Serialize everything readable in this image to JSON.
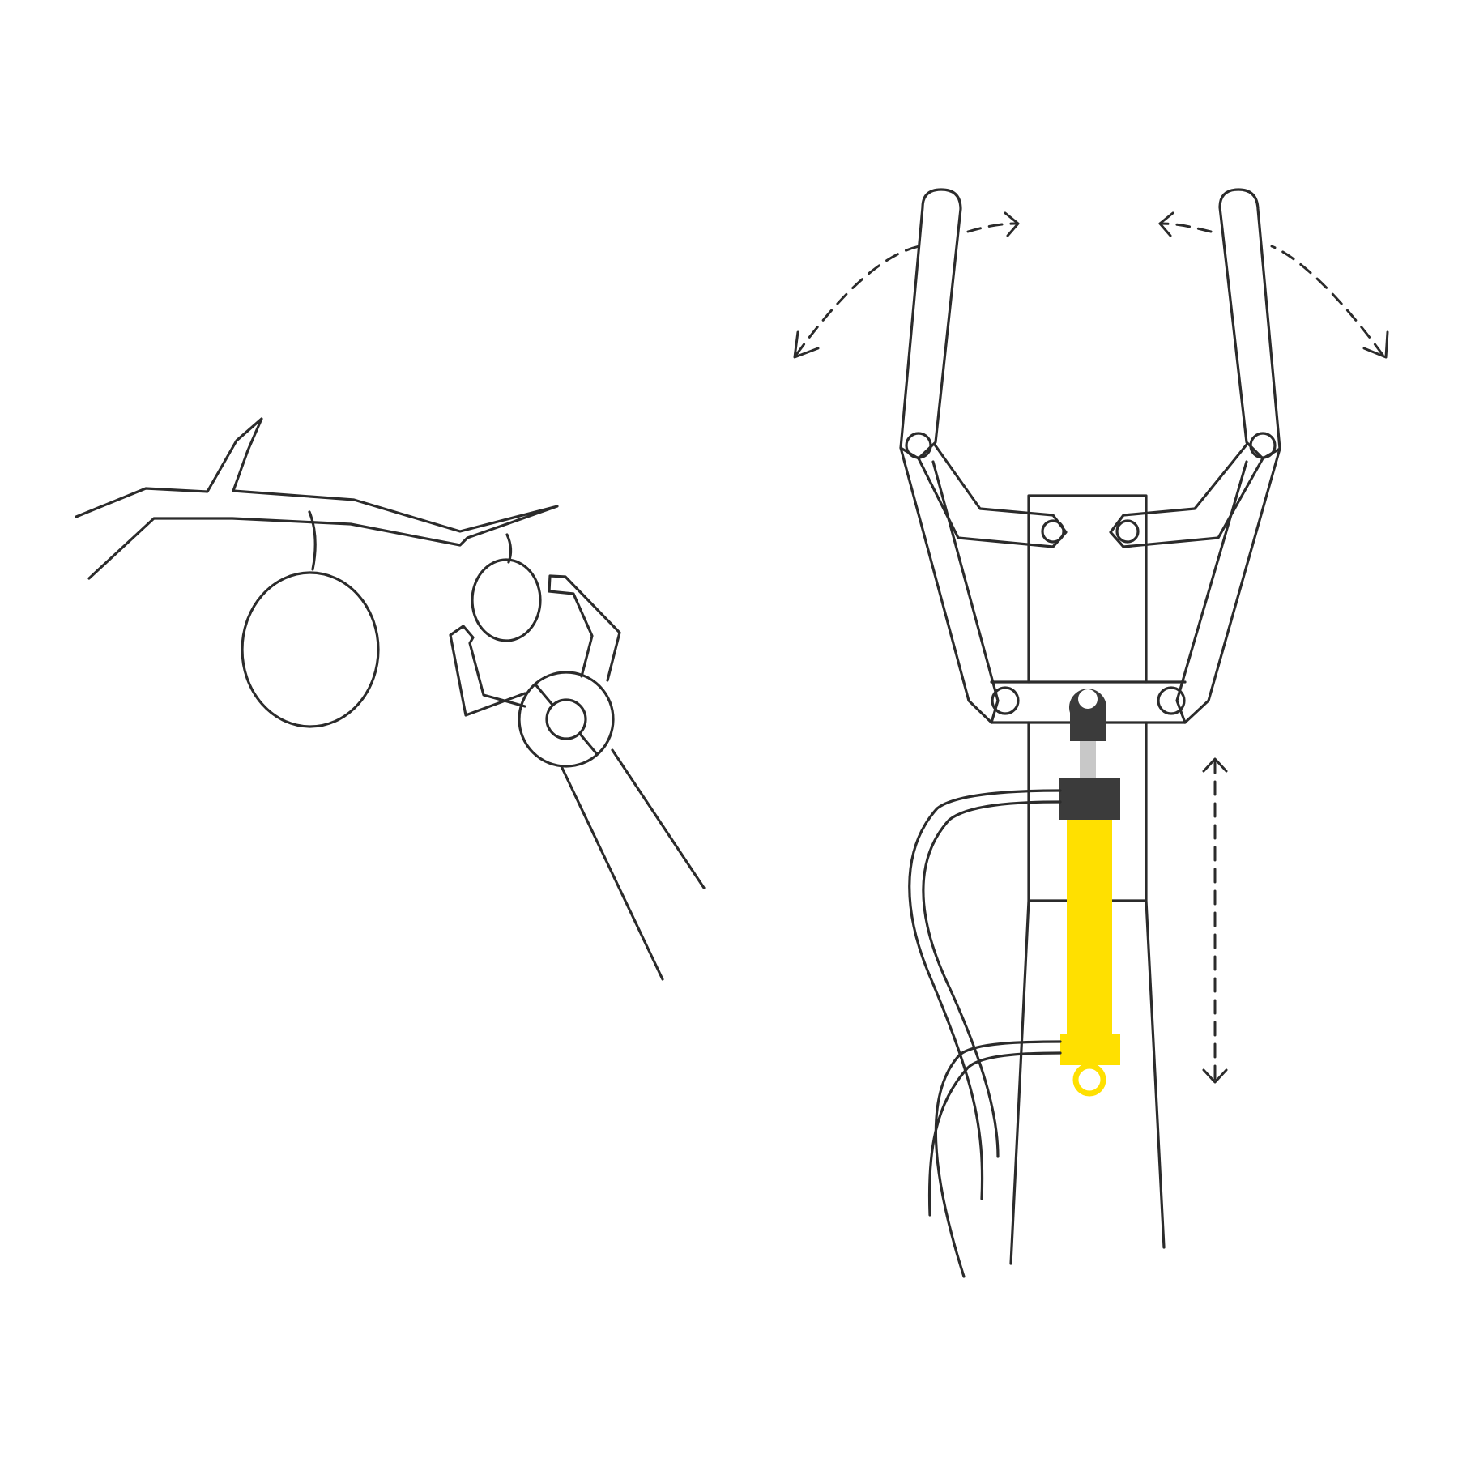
{
  "colors": {
    "background": "#ffffff",
    "line": "#2b2b2b",
    "cylinder": "#ffe000",
    "cap": "#3b3b3b",
    "rod": "#c8c8c8"
  },
  "scenes": [
    {
      "id": "fruit-picking-scene",
      "elements": [
        "branch",
        "hanging-fruit",
        "grasped-fruit",
        "gripper-claw",
        "gripper-pivot",
        "handle-poles"
      ]
    },
    {
      "id": "gripper-mechanism",
      "elements": [
        "left-jaw",
        "right-jaw",
        "linkage-arms",
        "pivot-joints",
        "center-block",
        "hydraulic-cylinder",
        "hydraulic-hoses",
        "mounting-pole"
      ]
    }
  ],
  "motion_indicators": [
    {
      "id": "left-jaw-swing",
      "style": "dashed-curved-double-arrow"
    },
    {
      "id": "right-jaw-swing",
      "style": "dashed-curved-double-arrow"
    },
    {
      "id": "cylinder-stroke",
      "style": "dashed-vertical-double-arrow"
    }
  ]
}
